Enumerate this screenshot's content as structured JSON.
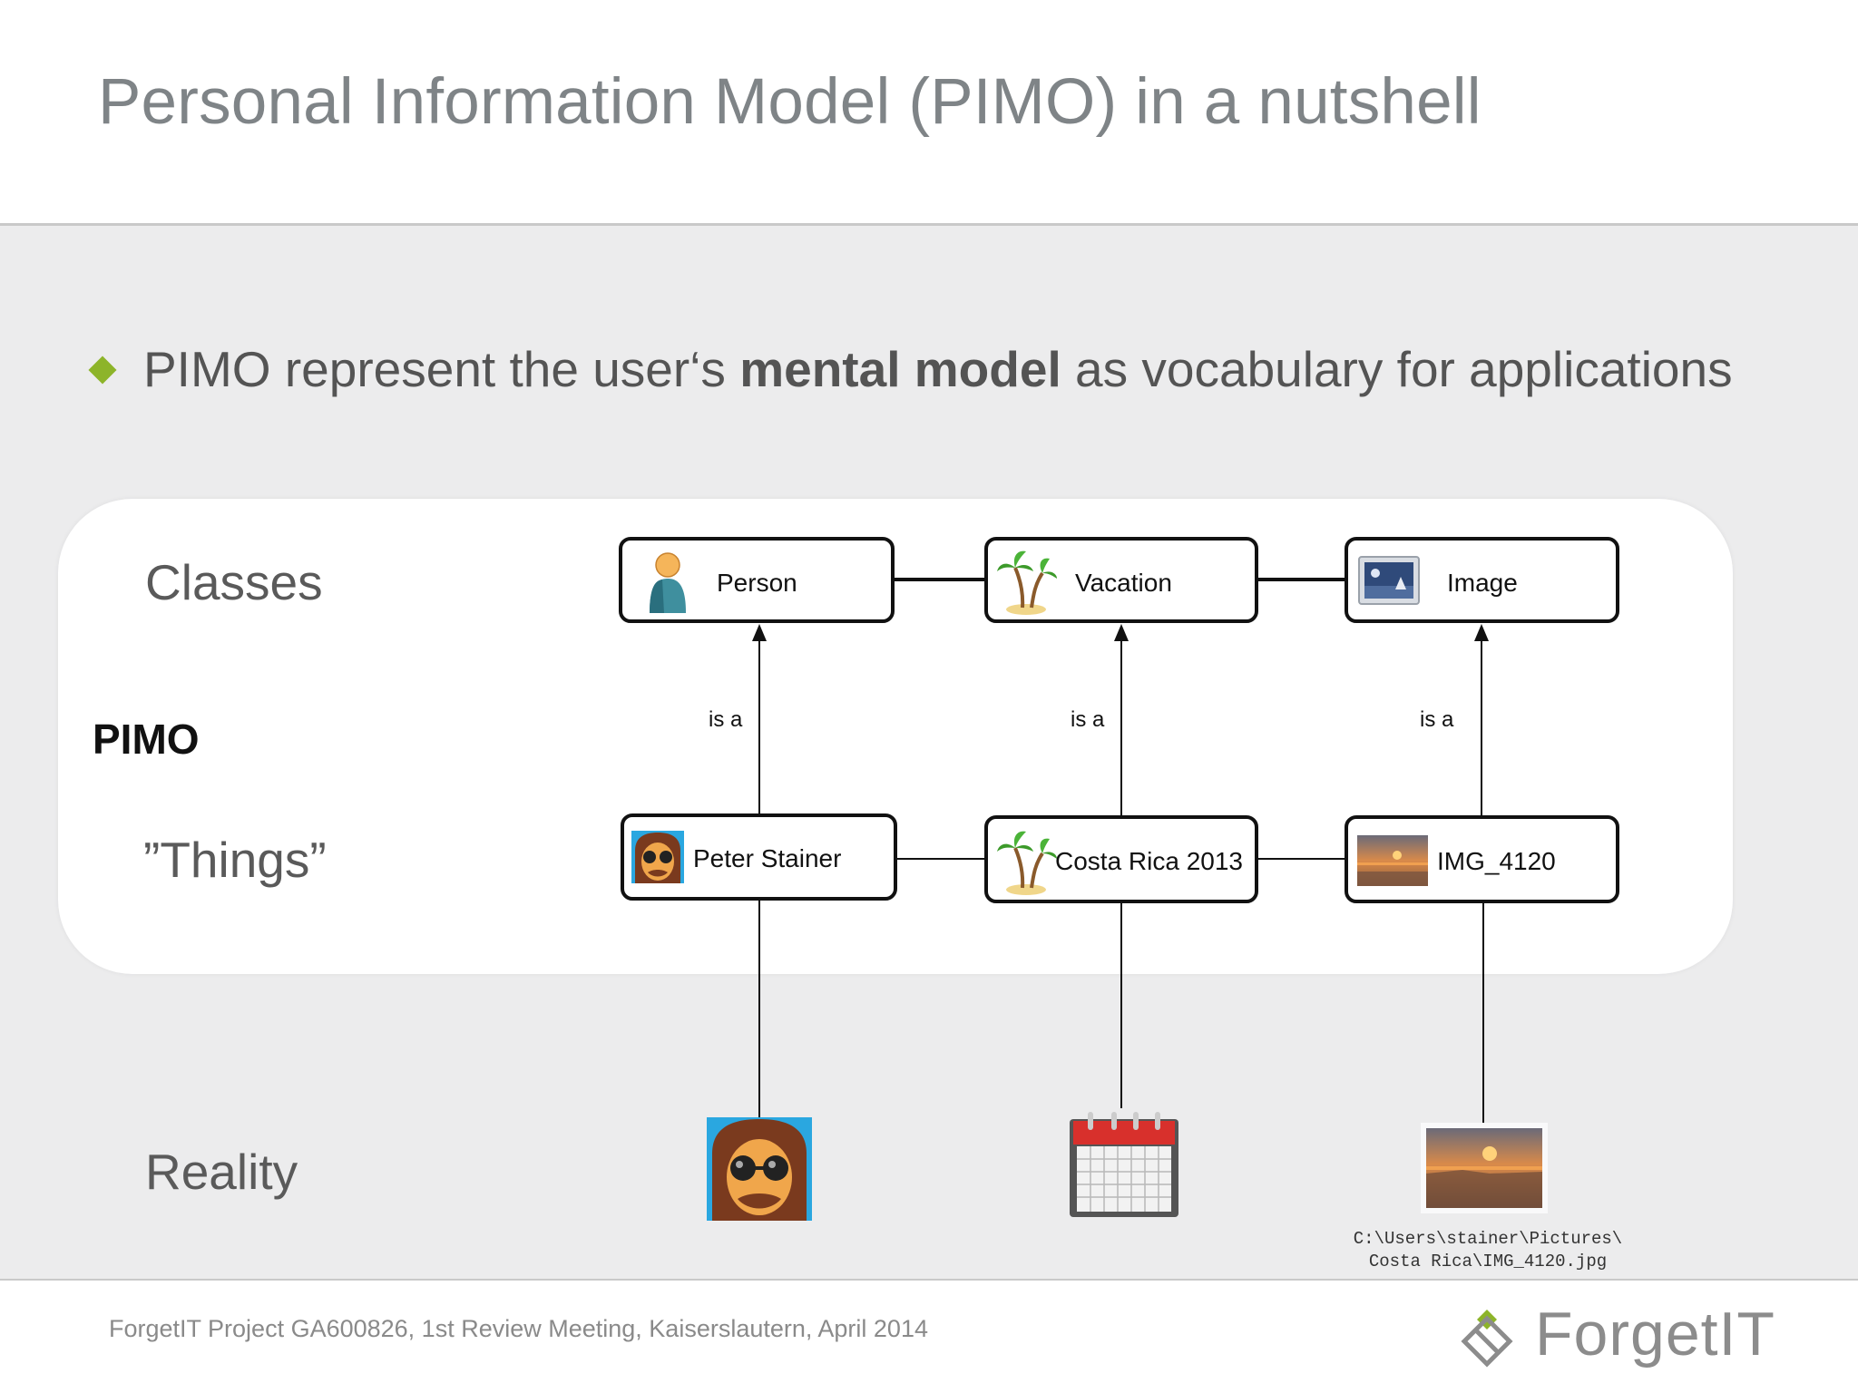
{
  "slide": {
    "title": "Personal Information Model (PIMO) in a nutshell",
    "bullet": {
      "pre": "PIMO represent the user‘s ",
      "bold": "mental model",
      "post": " as vocabulary for applications"
    }
  },
  "rows": {
    "classes": "Classes",
    "pimo": "PIMO",
    "things": "”Things”",
    "reality": "Reality"
  },
  "classes": [
    {
      "label": "Person",
      "icon": "person-icon"
    },
    {
      "label": "Vacation",
      "icon": "palm-tree-icon"
    },
    {
      "label": "Image",
      "icon": "image-icon"
    }
  ],
  "things": [
    {
      "label": "Peter Stainer",
      "icon": "face-avatar-icon"
    },
    {
      "label": "Costa Rica 2013",
      "icon": "palm-tree-icon"
    },
    {
      "label": "IMG_4120",
      "icon": "sunset-photo-icon"
    }
  ],
  "edges": {
    "is_a_label": "is a"
  },
  "reality": {
    "items": [
      "face-avatar-icon",
      "calendar-icon",
      "sunset-photo-icon"
    ],
    "file_path_line1": "C:\\Users\\stainer\\Pictures\\",
    "file_path_line2": "Costa Rica\\IMG_4120.jpg"
  },
  "footer": {
    "text": "ForgetIT Project GA600826, 1st Review Meeting, Kaiserslautern, April 2014",
    "brand": "ForgetIT"
  },
  "colors": {
    "accent": "#8db42a",
    "title": "#7f8487",
    "background": "#ececed"
  }
}
